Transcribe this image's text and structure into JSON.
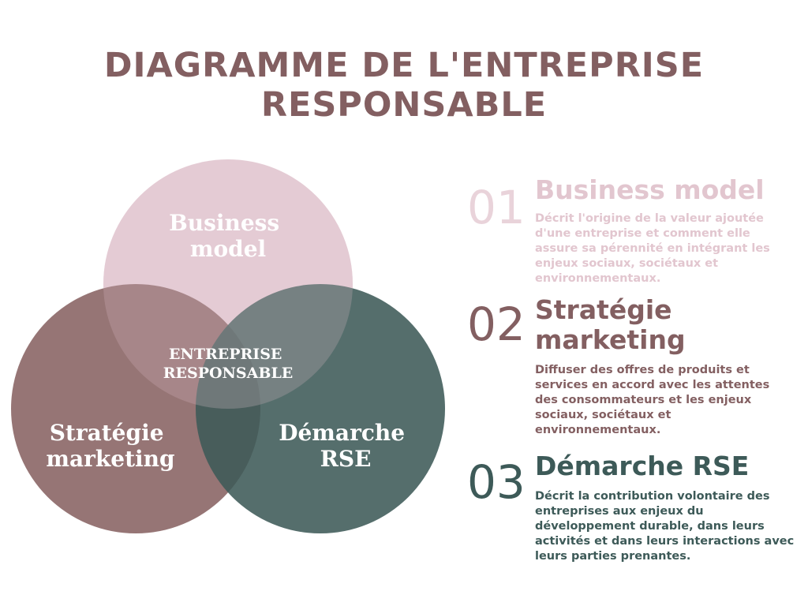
{
  "title": {
    "line1": "DIAGRAMME DE L'ENTREPRISE",
    "line2": "RESPONSABLE"
  },
  "colors": {
    "title": "#835f61",
    "business": "#e5cbd4",
    "strategie": "#876262",
    "rse": "#3d5a58"
  },
  "venn": {
    "business_label": [
      "Business",
      "model"
    ],
    "strategie_label": [
      "Stratégie",
      "marketing"
    ],
    "rse_label": [
      "Démarche",
      "RSE"
    ],
    "center_label": [
      "ENTREPRISE",
      "RESPONSABLE"
    ]
  },
  "items": [
    {
      "number": "01",
      "heading": "Business model",
      "description": "Décrit l'origine de la valeur ajoutée d'une entreprise et comment elle assure sa pérennité en intégrant les enjeux sociaux, sociétaux et environnementaux."
    },
    {
      "number": "02",
      "heading": "Stratégie marketing",
      "description": "Diffuser des offres de produits et services en accord avec les attentes des consommateurs et les enjeux sociaux, sociétaux et environnementaux."
    },
    {
      "number": "03",
      "heading": "Démarche RSE",
      "description": "Décrit la contribution volontaire des entreprises aux enjeux du développement durable, dans leurs activités et dans leurs interactions avec leurs parties prenantes."
    }
  ]
}
